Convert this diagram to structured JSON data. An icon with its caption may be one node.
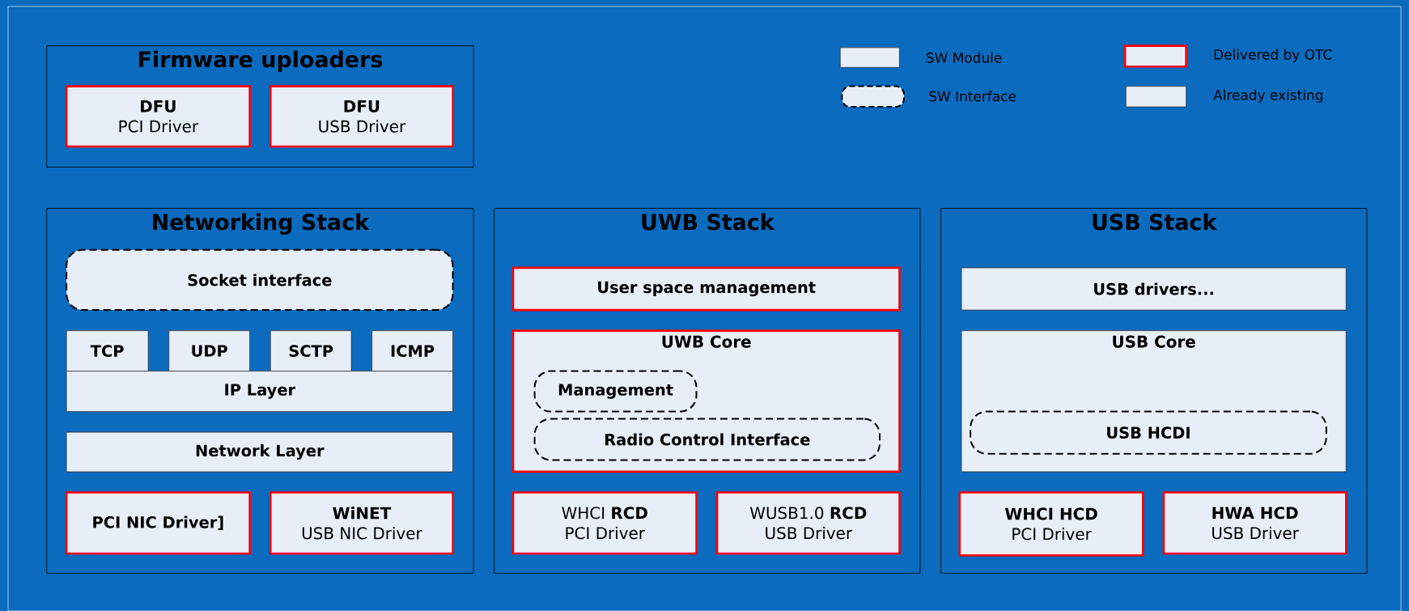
{
  "diagram": {
    "nodes": [
      {
        "text": [
          "Firmware uploaders"
        ]
      },
      {
        "text": [
          "DFU",
          "PCI Driver"
        ],
        "in": 0
      },
      {
        "text": [
          "DFU",
          "USB Driver"
        ],
        "in": 0
      },
      {
        "text": [
          "Networking Stack"
        ]
      },
      {
        "text": [
          "Socket interface"
        ],
        "in": 3
      },
      {
        "text": [
          "TCP"
        ],
        "in": 3
      },
      {
        "text": [
          "UDP"
        ],
        "in": 3
      },
      {
        "text": [
          "SCTP"
        ],
        "in": 3
      },
      {
        "text": [
          "ICMP"
        ],
        "in": 3
      },
      {
        "text": [
          "IP Layer"
        ],
        "in": 3
      },
      {
        "text": [
          "Network Layer"
        ],
        "in": 3
      },
      {
        "text": [
          "PCI NIC Driver]"
        ],
        "in": 3
      },
      {
        "text": [
          "WiNET",
          "USB NIC Driver"
        ],
        "in": 3
      },
      {
        "text": [
          "UWB Stack"
        ]
      },
      {
        "text": [
          "User space management"
        ],
        "in": 13
      },
      {
        "text": [
          "UWB Core"
        ],
        "in": 13
      },
      {
        "text": [
          "Management"
        ],
        "in": 15
      },
      {
        "text": [
          "Radio Control Interface"
        ],
        "in": 15
      },
      {
        "text": [
          "WHCI **RCD**",
          "PCI Driver"
        ],
        "in": 13
      },
      {
        "text": [
          "WUSB1.0 **RCD**",
          "USB Driver"
        ],
        "in": 13
      },
      {
        "text": [
          "USB Stack"
        ]
      },
      {
        "text": [
          "USB drivers..."
        ],
        "in": 20
      },
      {
        "text": [
          "USB Core"
        ],
        "in": 20
      },
      {
        "text": [
          "USB HCDI"
        ],
        "in": 22
      },
      {
        "text": [
          "WHCI HCD",
          "PCI Driver"
        ],
        "in": 20
      },
      {
        "text": [
          "HWA HCD",
          "USB Driver"
        ],
        "in": 20
      }
    ],
    "legend": [
      {
        "text": "SW Module",
        "color": "#e8eef8"
      },
      {
        "text": "SW Interface",
        "color": "#e8eef8"
      },
      {
        "text": "Delivered by OTC",
        "color": "#e8eef8"
      },
      {
        "text": "Already existing",
        "color": "#e8eef8"
      }
    ]
  }
}
